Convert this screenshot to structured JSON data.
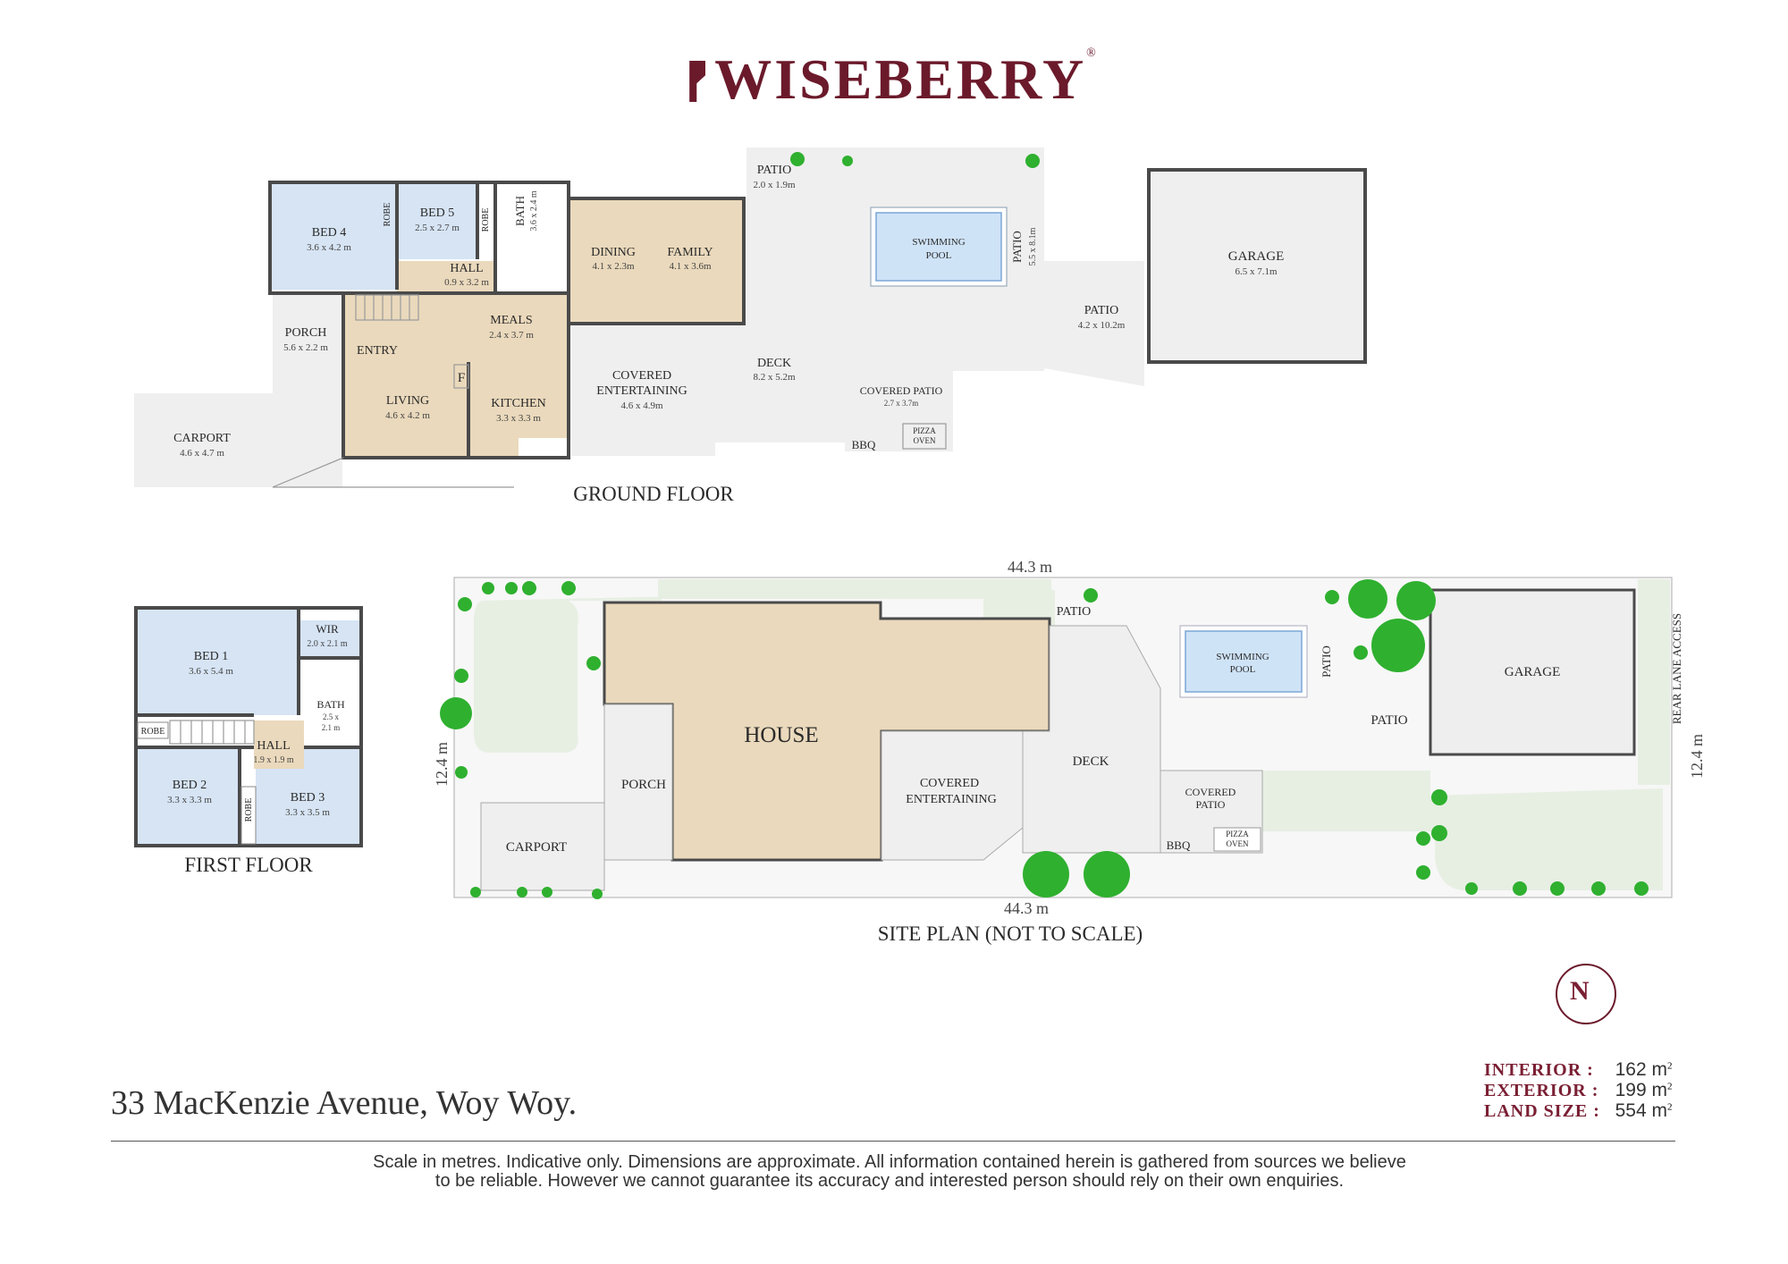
{
  "brand": {
    "name": "WISEBERRY",
    "registered": "®"
  },
  "ground_floor": {
    "title": "GROUND FLOOR",
    "rooms": {
      "bed4": {
        "name": "BED 4",
        "dims": "3.6 x 4.2 m"
      },
      "robe_a": {
        "name": "ROBE"
      },
      "bed5": {
        "name": "BED 5",
        "dims": "2.5 x 2.7 m"
      },
      "robe_b": {
        "name": "ROBE"
      },
      "bath": {
        "name": "BATH",
        "dims": "3.6 x 2.4 m"
      },
      "hall": {
        "name": "HALL",
        "dims": "0.9 x 3.2 m"
      },
      "dining": {
        "name": "DINING",
        "dims": "4.1 x 2.3m"
      },
      "family": {
        "name": "FAMILY",
        "dims": "4.1 x 3.6m"
      },
      "porch": {
        "name": "PORCH",
        "dims": "5.6 x 2.2 m"
      },
      "entry": {
        "name": "ENTRY"
      },
      "meals": {
        "name": "MEALS",
        "dims": "2.4 x 3.7 m"
      },
      "living": {
        "name": "LIVING",
        "dims": "4.6 x 4.2 m"
      },
      "fridge": {
        "name": "F"
      },
      "kitchen": {
        "name": "KITCHEN",
        "dims": "3.3 x 3.3 m"
      },
      "carport": {
        "name": "CARPORT",
        "dims": "4.6 x 4.7 m"
      },
      "covered_entertaining": {
        "name1": "COVERED",
        "name2": "ENTERTAINING",
        "dims": "4.6 x 4.9m"
      },
      "deck": {
        "name": "DECK",
        "dims": "8.2 x 5.2m"
      },
      "patio_small": {
        "name": "PATIO",
        "dims": "2.0 x 1.9m"
      },
      "pool": {
        "name1": "SWIMMING",
        "name2": "POOL"
      },
      "patio_side": {
        "name": "PATIO",
        "dims": "5.5 x 8.1m"
      },
      "covered_patio": {
        "name": "COVERED PATIO",
        "dims": "2.7 x 3.7m"
      },
      "bbq": {
        "name": "BBQ"
      },
      "pizza_oven": {
        "name1": "PIZZA",
        "name2": "OVEN"
      },
      "patio_large": {
        "name": "PATIO",
        "dims": "4.2 x 10.2m"
      },
      "garage": {
        "name": "GARAGE",
        "dims": "6.5 x 7.1m"
      }
    }
  },
  "first_floor": {
    "title": "FIRST FLOOR",
    "rooms": {
      "bed1": {
        "name": "BED 1",
        "dims": "3.6 x 5.4 m"
      },
      "wir": {
        "name": "WIR",
        "dims": "2.0 x 2.1 m"
      },
      "bath": {
        "name": "BATH",
        "dims1": "2.5 x",
        "dims2": "2.1 m"
      },
      "robe_a": {
        "name": "ROBE"
      },
      "hall": {
        "name": "HALL",
        "dims": "1.9 x 1.9 m"
      },
      "bed2": {
        "name": "BED 2",
        "dims": "3.3 x 3.3 m"
      },
      "robe_b": {
        "name": "ROBE"
      },
      "bed3": {
        "name": "BED 3",
        "dims": "3.3 x 3.5 m"
      }
    }
  },
  "site_plan": {
    "title": "SITE PLAN (NOT TO SCALE)",
    "dim_top": "44.3 m",
    "dim_bottom": "44.3 m",
    "dim_left": "12.4 m",
    "dim_right": "12.4 m",
    "house": "HOUSE",
    "porch": "PORCH",
    "carport": "CARPORT",
    "covered_entertaining1": "COVERED",
    "covered_entertaining2": "ENTERTAINING",
    "deck": "DECK",
    "patio_top": "PATIO",
    "pool1": "SWIMMING",
    "pool2": "POOL",
    "patio_side": "PATIO",
    "patio_garage": "PATIO",
    "covered_patio1": "COVERED",
    "covered_patio2": "PATIO",
    "bbq": "BBQ",
    "pizza1": "PIZZA",
    "pizza2": "OVEN",
    "garage": "GARAGE",
    "rear_lane": "REAR LANE ACCESS"
  },
  "north_arrow": "N",
  "address": "33 MacKenzie Avenue, Woy Woy.",
  "areas": [
    {
      "label": "INTERIOR :",
      "value": "162 m",
      "unit_sup": "2"
    },
    {
      "label": "EXTERIOR :",
      "value": "199 m",
      "unit_sup": "2"
    },
    {
      "label": "LAND SIZE :",
      "value": "554 m",
      "unit_sup": "2"
    }
  ],
  "disclaimer_line1": "Scale in metres. Indicative only. Dimensions are approximate. All information contained herein is gathered from sources we believe",
  "disclaimer_line2": "to be reliable. However we cannot guarantee its accuracy and interested person should rely on their own enquiries.",
  "colors": {
    "brand": "#6b1a2b",
    "living_fill": "#ead9bc",
    "bedroom_fill": "#d6e4f4",
    "outdoor_fill": "#efefef",
    "lawn_fill": "#e7efe3",
    "tree": "#2fb02f"
  }
}
